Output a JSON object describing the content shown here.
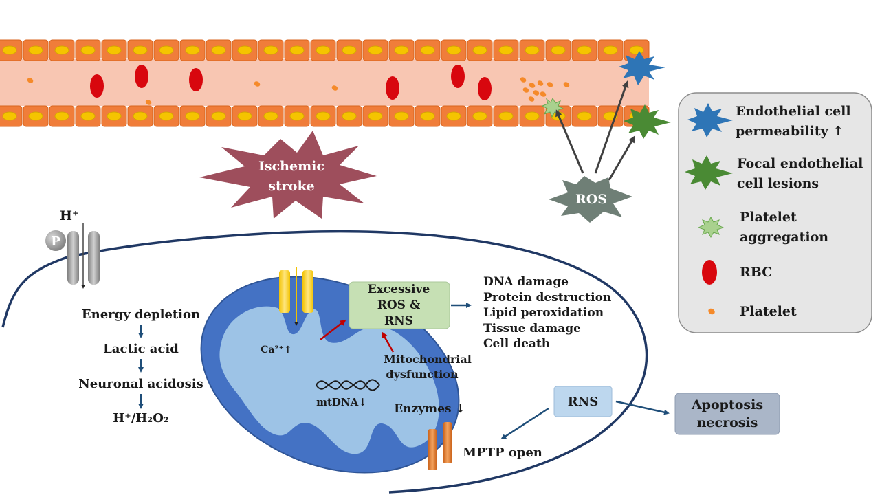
{
  "vessel": {
    "label": ""
  },
  "ischemic_stroke": {
    "line1": "Ischemic",
    "line2": "stroke"
  },
  "ros_star": {
    "label": "ROS"
  },
  "legend": {
    "items": [
      {
        "icon": "blue-star-icon",
        "line1": "Endothelial cell",
        "line2": "permeability ↑"
      },
      {
        "icon": "green-star-icon",
        "line1": "Focal endothelial",
        "line2": "cell lesions"
      },
      {
        "icon": "light-green-star-icon",
        "line1": "Platelet",
        "line2": "aggregation"
      },
      {
        "icon": "red-ellipse-icon",
        "line1": "RBC",
        "line2": ""
      },
      {
        "icon": "orange-dot-icon",
        "line1": "Platelet",
        "line2": ""
      }
    ]
  },
  "cell": {
    "proton": "H⁺",
    "pump_label": "P",
    "pathway": [
      "Energy depletion",
      "Lactic acid",
      "Neuronal acidosis",
      "H⁺/H₂O₂"
    ]
  },
  "mito": {
    "calcium": "Ca²⁺↑",
    "mtdna": "mtDNA↓",
    "enzymes": "Enzymes ↓",
    "dysfunction_line1": "Mitochondrial",
    "dysfunction_line2": "dysfunction",
    "mptp": "MPTP open"
  },
  "ros_box": {
    "line1": "Excessive",
    "line2": "ROS &",
    "line3": "RNS"
  },
  "damage_list": [
    "DNA damage",
    "Protein destruction",
    "Lipid peroxidation",
    "Tissue damage",
    "Cell death"
  ],
  "rns_box": {
    "label": "RNS"
  },
  "apoptosis_box": {
    "line1": "Apoptosis",
    "line2": "necrosis"
  },
  "colors": {
    "vessel_wall": "#f07d3a",
    "vessel_lumen": "#f8c6b2",
    "nucleus": "#f5c400",
    "rbc": "#d8070e",
    "platelet": "#f58a2a",
    "ischemic_star": "#9e4e5c",
    "ros_star": "#6f7f76",
    "blue_star": "#2e75b6",
    "green_star": "#4a8a34",
    "light_green_star": "#a9d18e",
    "mito_outer": "#4472c4",
    "mito_inner": "#9dc3e6",
    "ros_box_fill": "#c6e0b4",
    "rns_box_fill": "#bdd7ee",
    "apoptosis_fill": "#aab6c8",
    "membrane": "#203864",
    "arrow_dark": "#1f4e79",
    "arrow_red": "#c00000"
  }
}
